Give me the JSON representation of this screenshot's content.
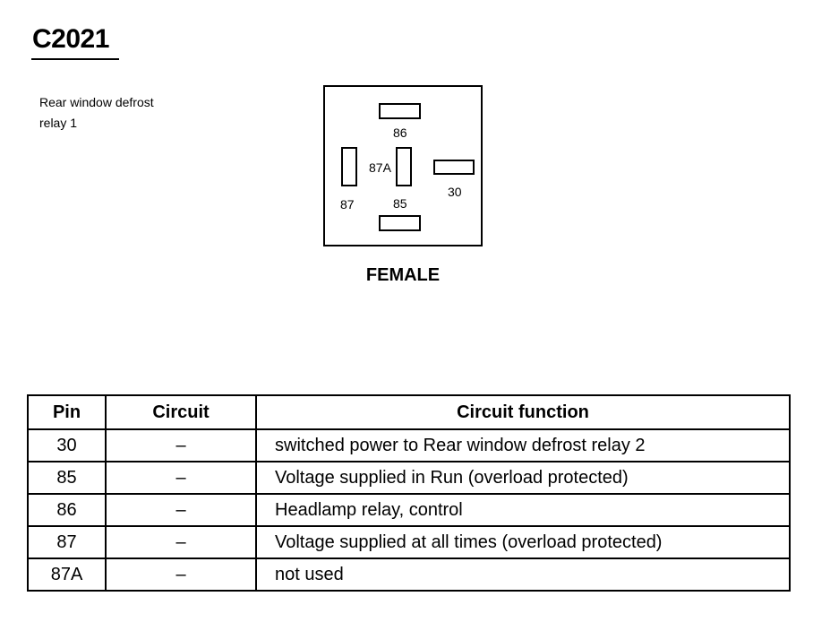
{
  "connector": {
    "id": "C2021",
    "description_line1": "Rear window defrost",
    "description_line2": "relay 1",
    "gender": "FEMALE"
  },
  "face_pins": {
    "p86": "86",
    "p87A": "87A",
    "p30": "30",
    "p87": "87",
    "p85": "85"
  },
  "table": {
    "headers": {
      "pin": "Pin",
      "circuit": "Circuit",
      "function": "Circuit function"
    },
    "rows": [
      {
        "pin": "30",
        "circuit": "–",
        "function": "switched power to Rear window defrost relay 2"
      },
      {
        "pin": "85",
        "circuit": "–",
        "function": "Voltage supplied in Run (overload protected)"
      },
      {
        "pin": "86",
        "circuit": "–",
        "function": "Headlamp relay, control"
      },
      {
        "pin": "87",
        "circuit": "–",
        "function": "Voltage supplied at all times (overload protected)"
      },
      {
        "pin": "87A",
        "circuit": "–",
        "function": "not used"
      }
    ]
  }
}
